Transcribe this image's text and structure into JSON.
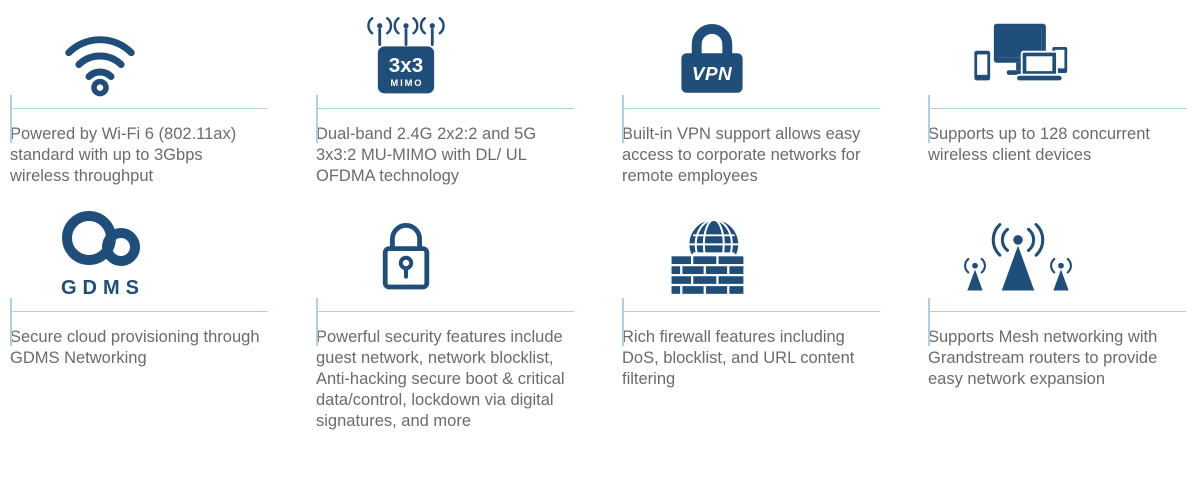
{
  "page": {
    "background": "#ffffff"
  },
  "colors": {
    "icon_navy": "#1f4e7a",
    "divider_blue": "#aed0e0",
    "text_gray": "#6a6b6e"
  },
  "features": [
    {
      "icon": "wifi-icon",
      "text": "Powered by Wi-Fi 6 (802.11ax) standard with up to 3Gbps wireless throughput"
    },
    {
      "icon": "mimo-router-icon",
      "badge": {
        "top": "3x3",
        "bottom": "MIMO"
      },
      "text": "Dual-band 2.4G 2x2:2 and 5G 3x3:2 MU-MIMO with DL/ UL OFDMA technology"
    },
    {
      "icon": "vpn-lock-icon",
      "label": "VPN",
      "text": "Built-in VPN support allows easy access to corporate networks for remote employees"
    },
    {
      "icon": "client-devices-icon",
      "text": "Supports up to 128 concurrent wireless client devices"
    },
    {
      "icon": "gdms-cloud-icon",
      "label": "GDMS",
      "text": "Secure cloud provisioning through GDMS Networking"
    },
    {
      "icon": "security-padlock-icon",
      "text": "Powerful security features include guest network, network blocklist, Anti-hacking secure boot & critical data/control, lockdown via digital signatures, and more"
    },
    {
      "icon": "firewall-icon",
      "text": "Rich firewall features including DoS, blocklist, and URL content filtering"
    },
    {
      "icon": "mesh-network-icon",
      "text": "Supports Mesh networking with Grandstream routers to provide easy network expansion"
    }
  ]
}
